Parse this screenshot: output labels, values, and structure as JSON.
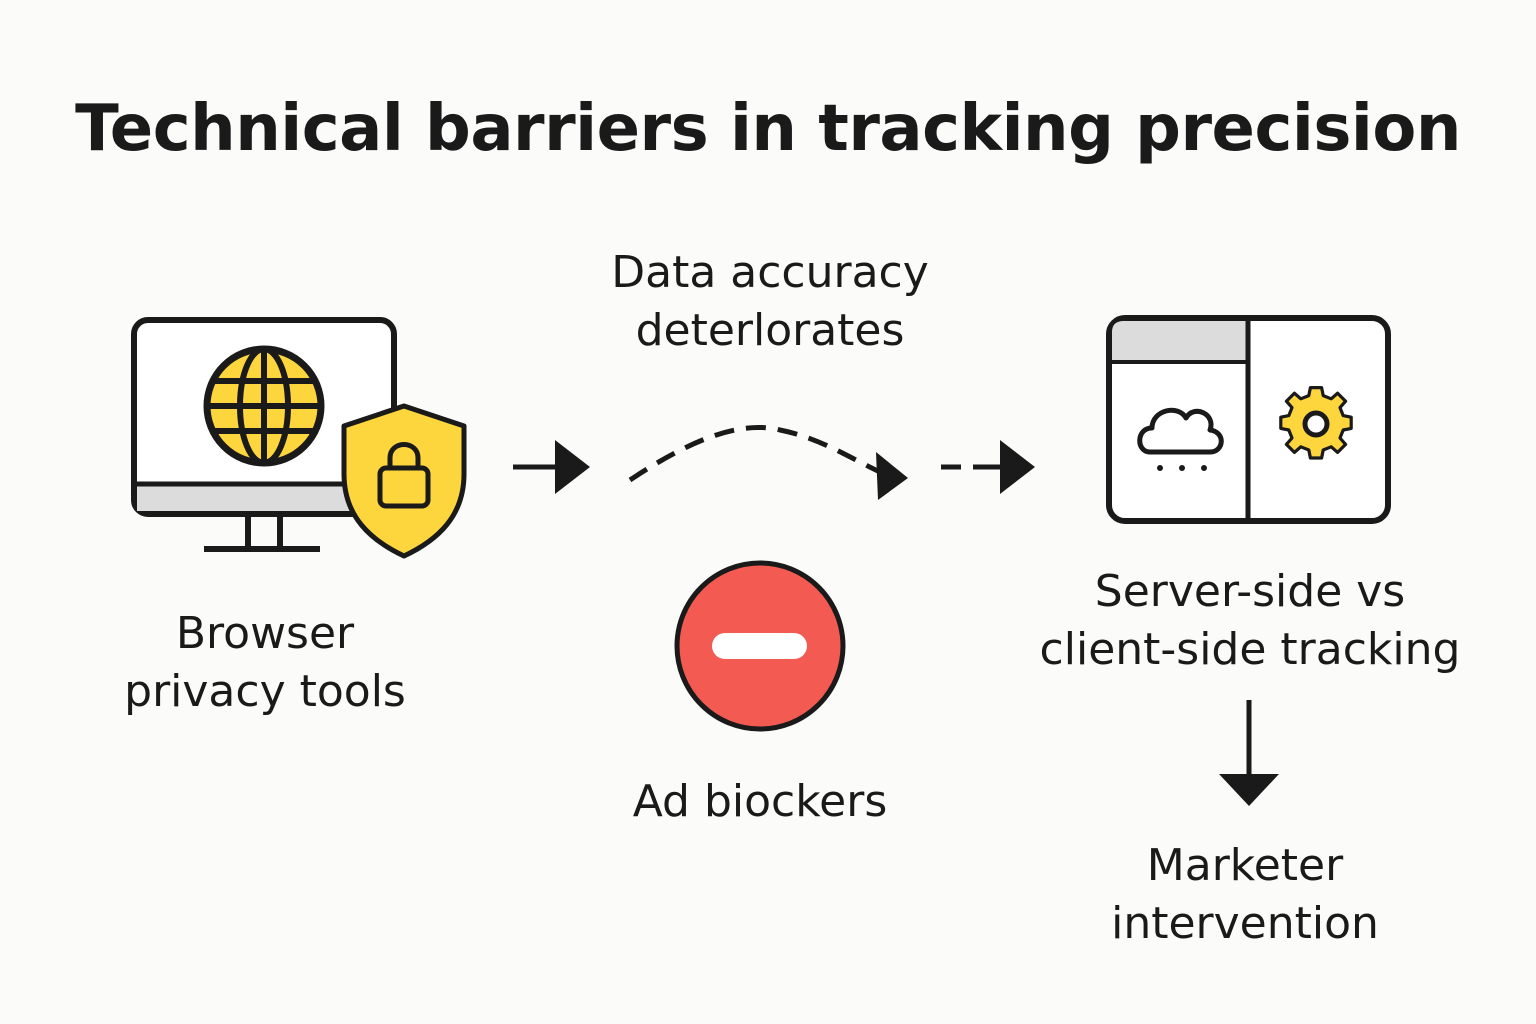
{
  "title": "Technical barriers in tracking precision",
  "labels": {
    "browser_tools": [
      "Browser",
      "privacy tools"
    ],
    "data_accuracy": [
      "Data accuracy",
      "deterlorates"
    ],
    "ad_blockers": "Ad biockers",
    "server_client": [
      "Server-side vs",
      "client-side tracking"
    ],
    "marketer": [
      "Marketer",
      "intervention"
    ]
  },
  "icons": {
    "monitor": "monitor-icon",
    "globe": "globe-icon",
    "shield": "shield-lock-icon",
    "block": "no-entry-icon",
    "cloud": "cloud-icon",
    "gear": "gear-icon"
  },
  "colors": {
    "yellow": "#fdd53d",
    "red": "#f25a52",
    "stroke": "#1a1a1a",
    "panel_gray": "#dcdcdc"
  }
}
